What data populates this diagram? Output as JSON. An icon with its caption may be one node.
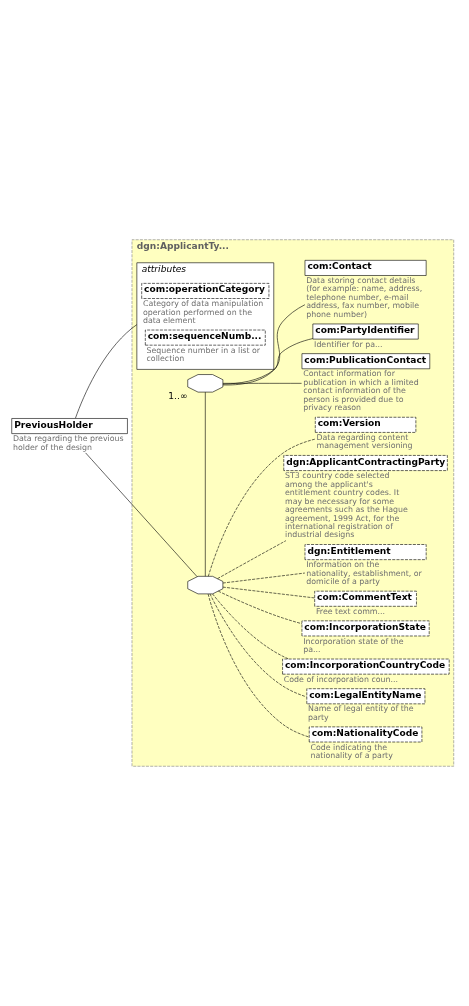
{
  "diagram": {
    "nodes": [
      {
        "text": [
          "PreviousHolder"
        ],
        "beside": [
          "Data regarding the previous holder of the design"
        ]
      },
      {
        "text": [
          "dgn:ApplicantTy..."
        ]
      },
      {
        "text": [
          "attributes"
        ],
        "in": 1
      },
      {
        "text": [
          "com:operationCategory"
        ],
        "beside": [
          "Category of data manipulation operation performed on the data element"
        ],
        "in": 2
      },
      {
        "text": [
          "com:sequenceNumb..."
        ],
        "beside": [
          "Sequence number in a list or collection"
        ],
        "in": 2
      },
      {
        "text": [],
        "shape": "octagon",
        "in": 1
      },
      {
        "text": [
          "com:NationalityCode"
        ],
        "beside": [
          "Code indicating the nationality of a party"
        ],
        "in": 1
      },
      {
        "text": [
          "com:LegalEntityName"
        ],
        "beside": [
          "Name of legal entity of the party"
        ],
        "in": 1
      },
      {
        "text": [
          "com:IncorporationCountryCode"
        ],
        "beside": [
          "Code of incorporation coun..."
        ],
        "in": 1
      },
      {
        "text": [
          "com:IncorporationState"
        ],
        "beside": [
          "Incorporation state of the pa..."
        ],
        "in": 1
      },
      {
        "text": [
          "com:CommentText"
        ],
        "beside": [
          "Free text comm..."
        ],
        "in": 1
      },
      {
        "text": [
          "dgn:Entitlement"
        ],
        "beside": [
          "Information on the nationality, establishment, or domicile of a party"
        ],
        "in": 1
      },
      {
        "text": [
          "dgn:ApplicantContractingParty"
        ],
        "beside": [
          "ST3 country code selected among the applicant's entitlement country codes. It may be necessary for some agreements such as the Hague agreement, 1999 Act, for the international registration of industrial designs"
        ],
        "in": 1
      },
      {
        "text": [
          "com:Version"
        ],
        "beside": [
          "Data regarding content management versioning"
        ],
        "in": 1
      },
      {
        "text": [],
        "shape": "octagon",
        "beside": [
          "1..∞"
        ],
        "in": 1
      },
      {
        "text": [
          "com:PartyIdentifier"
        ],
        "beside": [
          "Identifier for pa..."
        ],
        "in": 1
      },
      {
        "text": [
          "com:Contact"
        ],
        "beside": [
          "Data storing contact details (for example: name, address, telephone number, e-mail address, fax number, mobile phone number)"
        ],
        "in": 1
      },
      {
        "text": [
          "com:PublicationContact"
        ],
        "beside": [
          "Contact information for publication in which a limited contact information of the person is provided due to privacy reason"
        ],
        "in": 1
      }
    ],
    "edges": [
      {
        "from": 0,
        "to": 2,
        "arrow": "none"
      },
      {
        "from": 0,
        "to": 5,
        "arrow": "none"
      },
      {
        "from": 5,
        "to": 6,
        "arrow": "none",
        "style": "dashed"
      },
      {
        "from": 5,
        "to": 7,
        "arrow": "none",
        "style": "dashed"
      },
      {
        "from": 5,
        "to": 8,
        "arrow": "none",
        "style": "dashed"
      },
      {
        "from": 5,
        "to": 9,
        "arrow": "none",
        "style": "dashed"
      },
      {
        "from": 5,
        "to": 10,
        "arrow": "none",
        "style": "dashed"
      },
      {
        "from": 5,
        "to": 11,
        "arrow": "none",
        "style": "dashed"
      },
      {
        "from": 5,
        "to": 12,
        "arrow": "none",
        "style": "dashed"
      },
      {
        "from": 5,
        "to": 13,
        "arrow": "none",
        "style": "dashed"
      },
      {
        "from": 5,
        "to": 14,
        "arrow": "none"
      },
      {
        "from": 14,
        "to": 15,
        "arrow": "none"
      },
      {
        "from": 14,
        "to": 16,
        "arrow": "none"
      },
      {
        "from": 14,
        "to": 17,
        "arrow": "none"
      }
    ]
  }
}
